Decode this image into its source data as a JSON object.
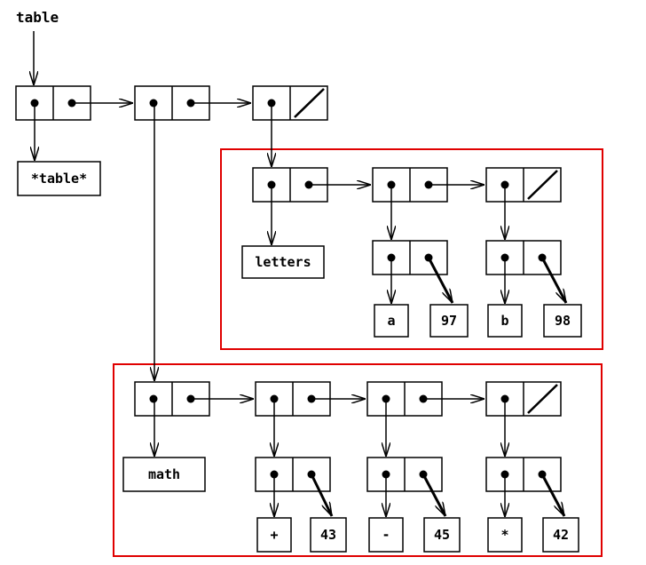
{
  "diagram": {
    "variable_name": "table",
    "colors": {
      "group_border": "#e00000",
      "ink": "#000000",
      "background": "#ffffff"
    },
    "backbone": {
      "head_symbol": "*table*"
    },
    "letters": {
      "key": "letters",
      "entries": [
        {
          "key": "a",
          "value": "97"
        },
        {
          "key": "b",
          "value": "98"
        }
      ]
    },
    "math": {
      "key": "math",
      "entries": [
        {
          "key": "+",
          "value": "43"
        },
        {
          "key": "-",
          "value": "45"
        },
        {
          "key": "*",
          "value": "42"
        }
      ]
    }
  }
}
